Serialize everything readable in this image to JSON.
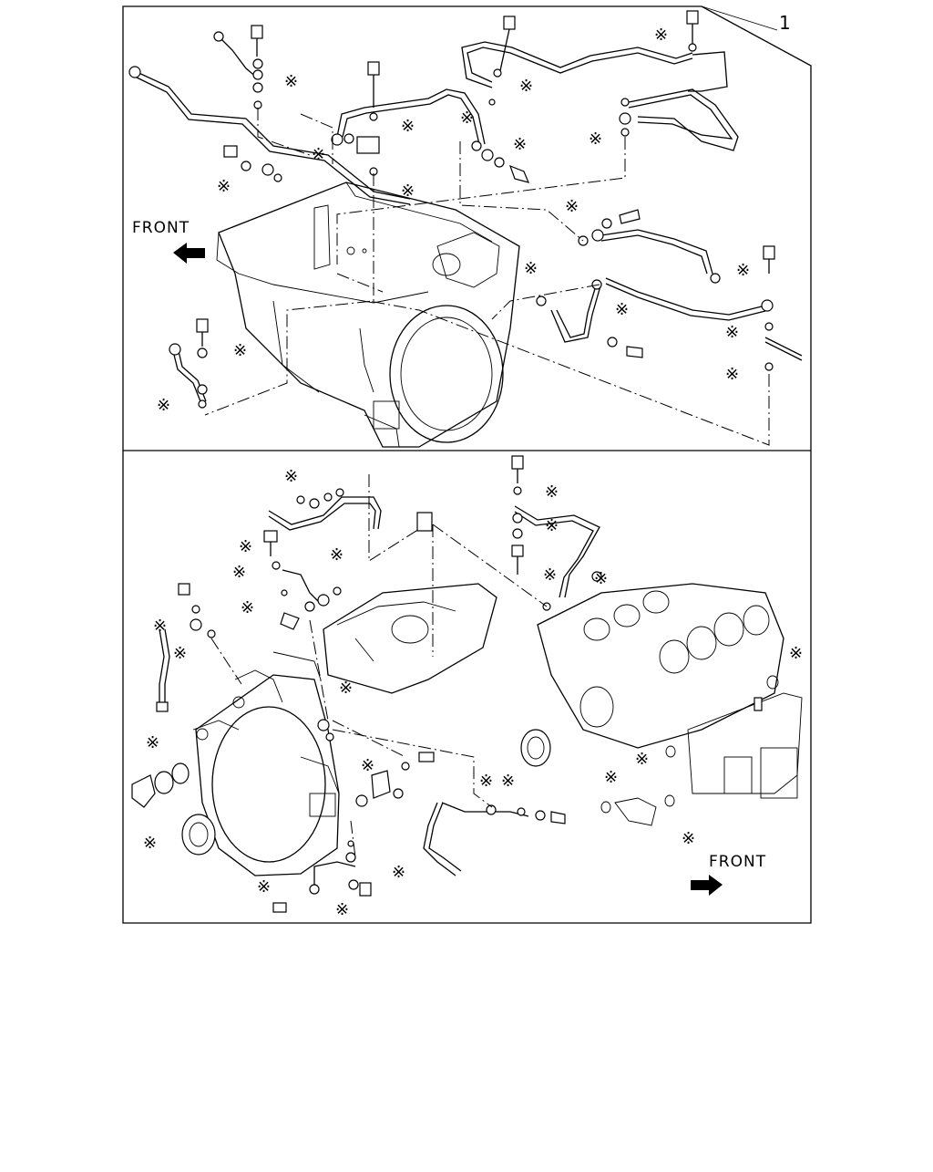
{
  "diagram": {
    "callout_number": "1",
    "upper_panel": {
      "front_label": "FRONT"
    },
    "lower_panel": {
      "front_label": "FRONT"
    },
    "note_symbol": "※"
  }
}
